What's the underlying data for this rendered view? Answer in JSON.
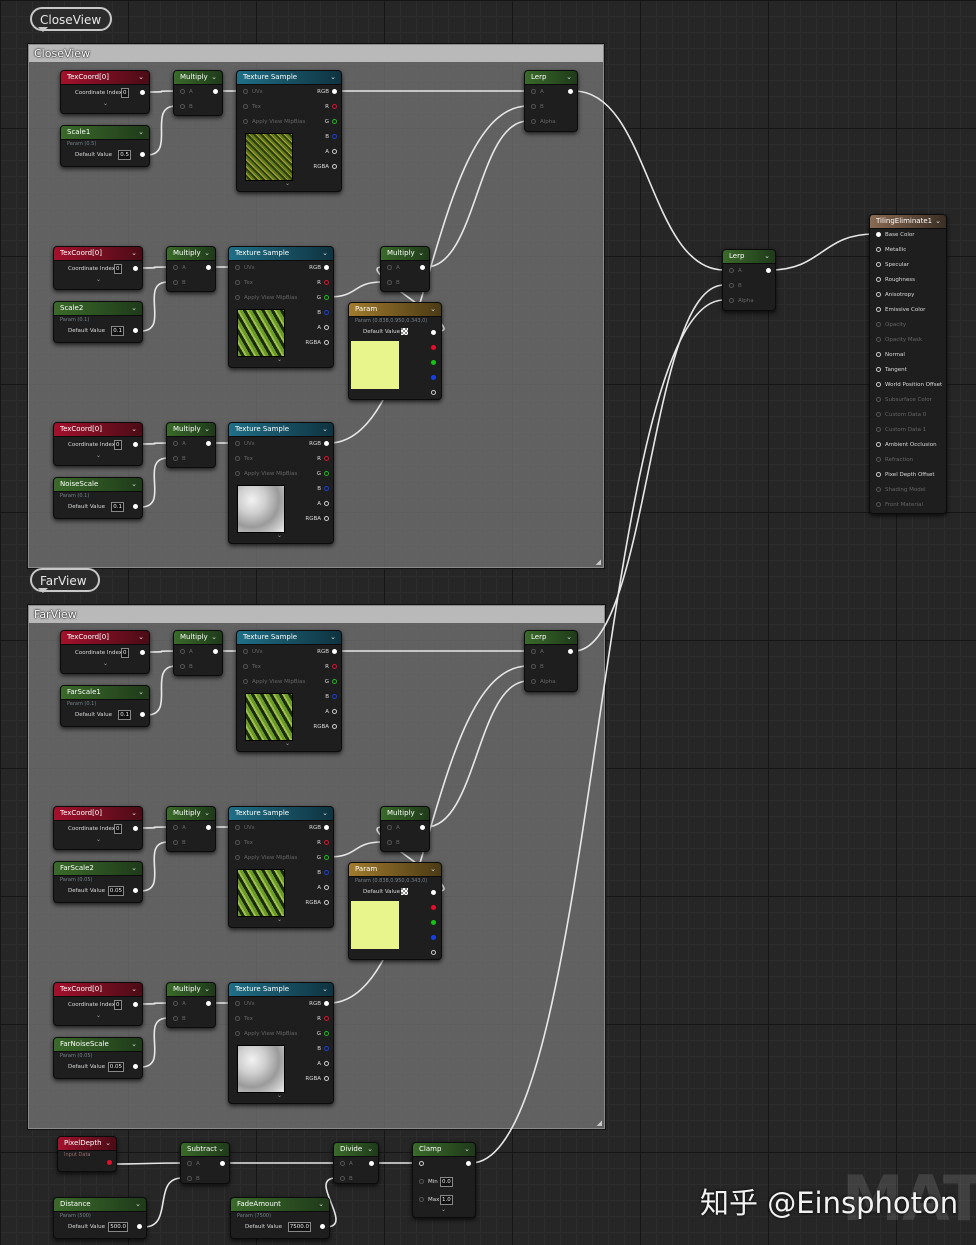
{
  "comments": {
    "close": {
      "bubble": "CloseView",
      "title": "CloseView"
    },
    "far": {
      "bubble": "FarView",
      "title": "FarView"
    }
  },
  "labels": {
    "texcoord": "TexCoord[0]",
    "coord_index": "Coordinate Index",
    "coord_val": "0",
    "multiply": "Multiply",
    "texture_sample": "Texture Sample",
    "lerp": "Lerp",
    "param": "Param",
    "default_value": "Default Value",
    "input_data": "Input Data",
    "pin_a": "A",
    "pin_b": "B",
    "pin_alpha": "Alpha",
    "pin_uvs": "UVs",
    "pin_tex": "Tex",
    "pin_mip": "Apply View MipBias",
    "out_rgb": "RGB",
    "out_r": "R",
    "out_g": "G",
    "out_b": "B",
    "out_a": "A",
    "out_rgba": "RGBA",
    "subtract": "Subtract",
    "divide": "Divide",
    "clamp": "Clamp",
    "min": "Min",
    "max": "Max"
  },
  "close_params": [
    {
      "name": "Scale1",
      "sub": "Param (0.5)",
      "value": "0.5"
    },
    {
      "name": "Scale2",
      "sub": "Param (0.1)",
      "value": "0.1"
    },
    {
      "name": "NoiseScale",
      "sub": "Param (0.1)",
      "value": "0.1"
    }
  ],
  "far_params": [
    {
      "name": "FarScale1",
      "sub": "Param (0.1)",
      "value": "0.1"
    },
    {
      "name": "FarScale2",
      "sub": "Param (0.05)",
      "value": "0.05"
    },
    {
      "name": "FarNoiseScale",
      "sub": "Param (0.05)",
      "value": "0.05"
    }
  ],
  "param_vec_sub": "Param (0.838,0.950,0.343,0)",
  "bottom": {
    "pixel_depth": "PixelDepth",
    "distance": {
      "name": "Distance",
      "sub": "Param (500)",
      "value": "500.0"
    },
    "fade": {
      "name": "FadeAmount",
      "sub": "Param (7500)",
      "value": "7500.0"
    },
    "min_val": "0.0",
    "max_val": "1.0"
  },
  "material": {
    "title": "TilingEliminate1",
    "pins": [
      {
        "label": "Base Color",
        "active": true
      },
      {
        "label": "Metallic",
        "active": true
      },
      {
        "label": "Specular",
        "active": true
      },
      {
        "label": "Roughness",
        "active": true
      },
      {
        "label": "Anisotropy",
        "active": true
      },
      {
        "label": "Emissive Color",
        "active": true
      },
      {
        "label": "Opacity",
        "active": false
      },
      {
        "label": "Opacity Mask",
        "active": false
      },
      {
        "label": "Normal",
        "active": true
      },
      {
        "label": "Tangent",
        "active": true
      },
      {
        "label": "World Position Offset",
        "active": true
      },
      {
        "label": "Subsurface Color",
        "active": false
      },
      {
        "label": "Custom Data 0",
        "active": false
      },
      {
        "label": "Custom Data 1",
        "active": false
      },
      {
        "label": "Ambient Occlusion",
        "active": true
      },
      {
        "label": "Refraction",
        "active": false
      },
      {
        "label": "Pixel Depth Offset",
        "active": true
      },
      {
        "label": "Shading Model",
        "active": false
      },
      {
        "label": "Front Material",
        "active": false
      }
    ]
  },
  "watermark": {
    "text": "知乎 @Einsphoton",
    "mate": "MATE"
  },
  "colors": {
    "wire": "#e8e8e8",
    "swatch": "#e8f58c",
    "red_header": "#a4102c",
    "green_header": "#3a6a2a",
    "teal_header": "#1f6f86"
  }
}
